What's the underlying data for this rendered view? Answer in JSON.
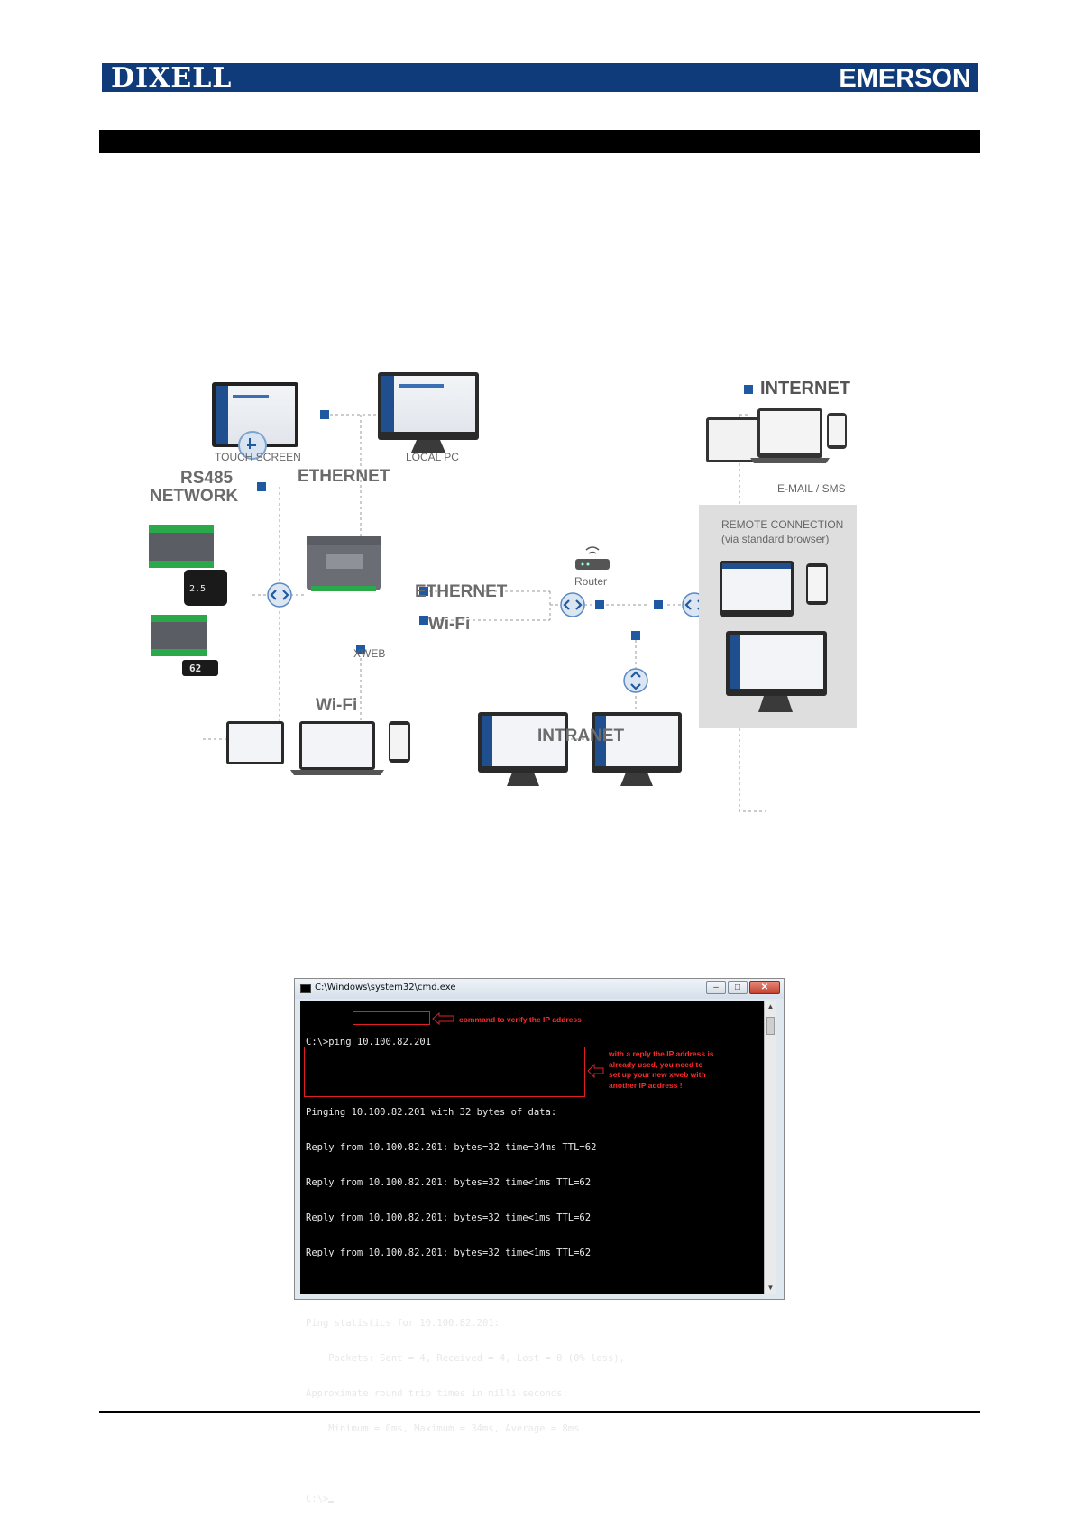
{
  "header": {
    "brand_left": "DIXELL",
    "brand_right": "EMERSON"
  },
  "colors": {
    "brand_blue": "#0f3b7a",
    "node_blue": "#1f5aa0",
    "line_gray": "#9a9a9a"
  },
  "diagram": {
    "touch_screen": "TOUCH SCREEN",
    "local_pc": "LOCAL PC",
    "internet": "INTERNET",
    "email_sms": "E-MAIL / SMS",
    "rs485_line1": "RS485",
    "rs485_line2": "NETWORK",
    "ethernet_top": "ETHERNET",
    "ethernet_mid": "ETHERNET",
    "wifi_mid": "Wi-Fi",
    "xweb": "XWEB",
    "router": "Router",
    "remote_line1": "REMOTE CONNECTION",
    "remote_line2": "(via standard browser)",
    "wifi_bottom": "Wi-Fi",
    "intranet": "INTRANET",
    "controller_display_1": "2.5",
    "controller_display_2": "62"
  },
  "cmd": {
    "title": "C:\\Windows\\system32\\cmd.exe",
    "lines": [
      "C:\\>ping 10.100.82.201",
      "",
      "Pinging 10.100.82.201 with 32 bytes of data:",
      "Reply from 10.100.82.201: bytes=32 time=34ms TTL=62",
      "Reply from 10.100.82.201: bytes=32 time<1ms TTL=62",
      "Reply from 10.100.82.201: bytes=32 time<1ms TTL=62",
      "Reply from 10.100.82.201: bytes=32 time<1ms TTL=62",
      "",
      "Ping statistics for 10.100.82.201:",
      "    Packets: Sent = 4, Received = 4, Lost = 0 (0% loss),",
      "Approximate round trip times in milli-seconds:",
      "    Minimum = 0ms, Maximum = 34ms, Average = 8ms",
      "",
      "C:\\>"
    ],
    "annotation_1": "command to verify the IP address",
    "annotation_2": "with a reply the IP address is\nalready used, you need to\nset up your new xweb with\nanother IP address !"
  }
}
